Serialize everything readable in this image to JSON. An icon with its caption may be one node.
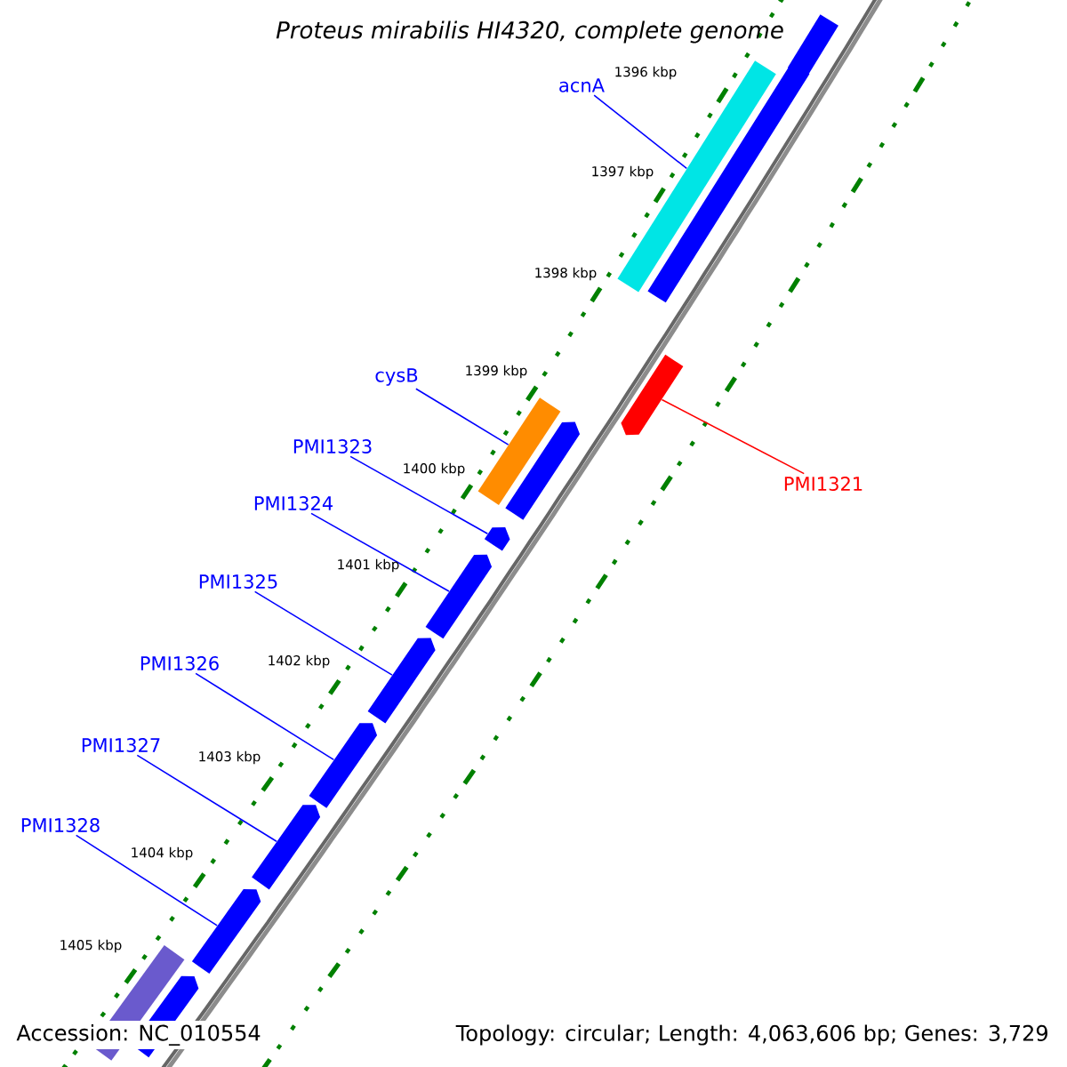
{
  "diagram": {
    "title": "Proteus mirabilis HI4320, complete genome",
    "nodes": [
      {
        "text": [
          "acnA"
        ]
      },
      {
        "text": [
          "cysB"
        ]
      },
      {
        "text": [
          "PMI1323"
        ]
      },
      {
        "text": [
          "PMI1321"
        ]
      },
      {
        "text": [
          "PMI1324"
        ]
      },
      {
        "text": [
          "PMI1325"
        ]
      },
      {
        "text": [
          "PMI1326"
        ]
      },
      {
        "text": [
          "PMI1327"
        ]
      },
      {
        "text": [
          "PMI1328"
        ]
      },
      {
        "text": [],
        "shape": "bar"
      },
      {
        "text": [],
        "shape": "arrow"
      },
      {
        "text": [],
        "shape": "bar"
      },
      {
        "text": [],
        "shape": "arrow"
      },
      {
        "text": [],
        "shape": "bar"
      },
      {
        "text": [],
        "shape": "arrow"
      },
      {
        "text": [],
        "shape": "arrow"
      },
      {
        "text": [],
        "shape": "arrow"
      },
      {
        "text": [],
        "shape": "arrow"
      },
      {
        "text": [],
        "shape": "arrow"
      },
      {
        "text": [],
        "shape": "arrow"
      },
      {
        "text": [],
        "shape": "arrow"
      },
      {
        "text": [],
        "shape": "bar"
      },
      {
        "text": [],
        "shape": "arrow"
      }
    ],
    "edges": [
      {
        "from": 0,
        "to": 11,
        "arrow": "none"
      },
      {
        "from": 1,
        "to": 13,
        "arrow": "none"
      },
      {
        "from": 2,
        "to": 15,
        "arrow": "none"
      },
      {
        "from": 3,
        "to": 12,
        "arrow": "none",
        "color": "#ff0000"
      },
      {
        "from": 4,
        "to": 16,
        "arrow": "none"
      },
      {
        "from": 5,
        "to": 17,
        "arrow": "none"
      },
      {
        "from": 6,
        "to": 18,
        "arrow": "none"
      },
      {
        "from": 7,
        "to": 19,
        "arrow": "none"
      },
      {
        "from": 8,
        "to": 20,
        "arrow": "none"
      }
    ],
    "labels": [
      "1396 kbp",
      "1397 kbp",
      "1398 kbp",
      "1399 kbp",
      "1400 kbp",
      "1401 kbp",
      "1402 kbp",
      "1403 kbp",
      "1404 kbp",
      "1405 kbp",
      "Accession: NC_010554",
      "Topology: circular; Length: 4,063,606 bp; Genes: 3,729"
    ]
  }
}
